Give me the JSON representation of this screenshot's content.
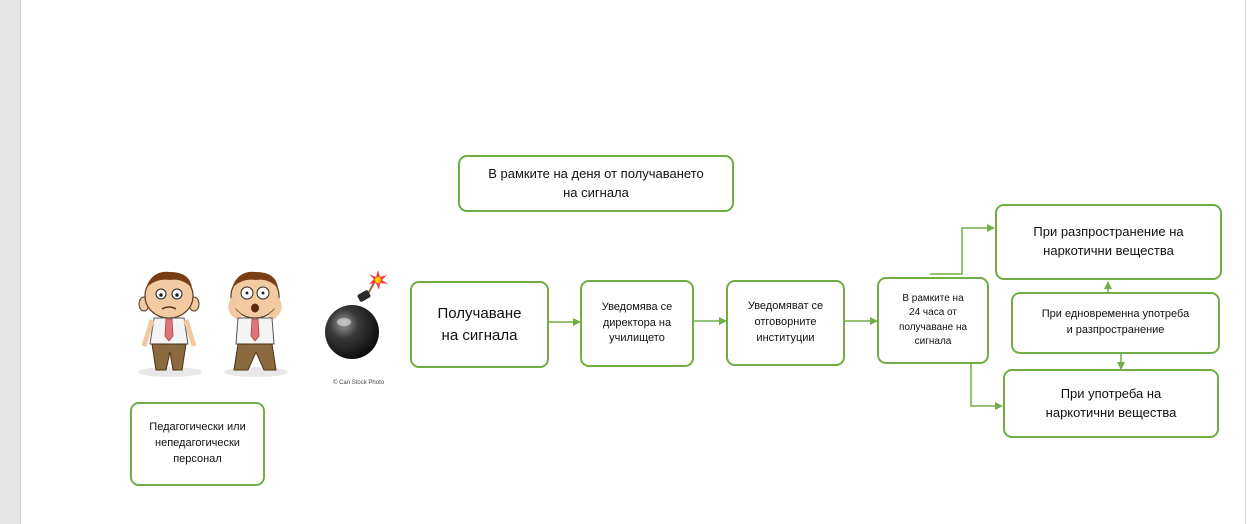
{
  "diagram": {
    "deadline_note": "В рамките на деня от получаването\nна сигнала",
    "staff_label": "Педагогически или\nнепедагогически\nперсонал",
    "receive": "Получаване\nна сигнала",
    "notify_director": "Уведомява се\nдиректора на\nучилището",
    "notify_institutions": "Уведомяват се\nотговорните\nинституции",
    "within_24h": "В рамките на\n24 часа от\nполучаване на\nсигнала",
    "distribution": "При разпространение на\nнаркотични вещества",
    "simultaneous": "При едновременна употреба\nи разпространение",
    "use": "При употреба на\nнаркотични вещества",
    "credit": "© Can Stock Photo"
  },
  "colors": {
    "accent": "#70ad47",
    "box_fill": "#ffffff"
  },
  "icons": [
    "worried-man-icon",
    "scared-man-icon",
    "bomb-icon"
  ]
}
